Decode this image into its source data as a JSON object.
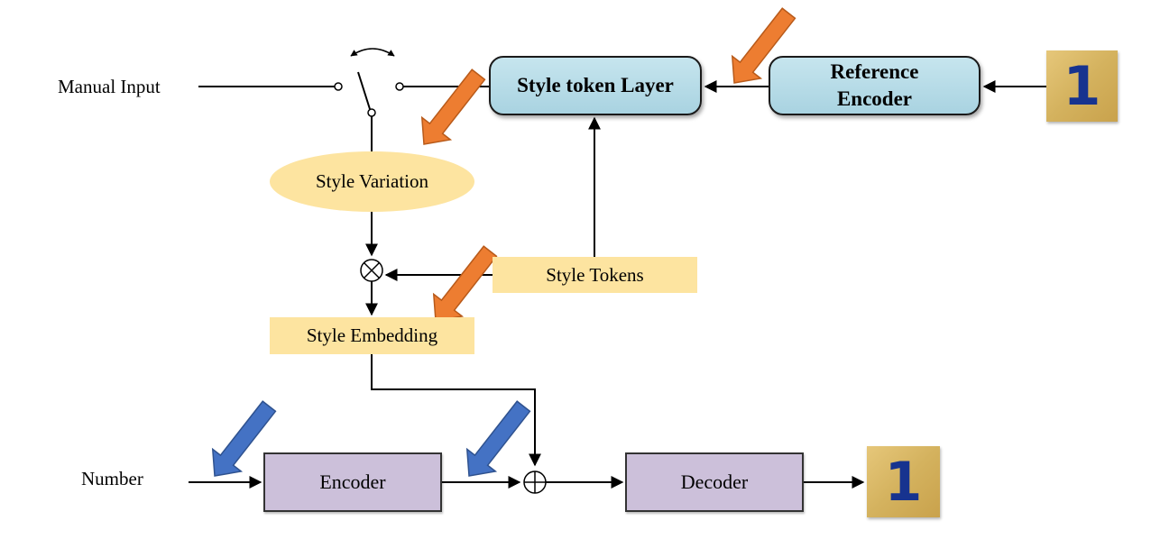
{
  "diagram": {
    "manual_input_label": "Manual Input",
    "style_token_layer": "Style token Layer",
    "reference_encoder": "Reference\nEncoder",
    "style_variation": "Style Variation",
    "style_tokens": "Style Tokens",
    "style_embedding": "Style Embedding",
    "number_label": "Number",
    "encoder": "Encoder",
    "decoder": "Decoder",
    "input_image_glyph": "1",
    "output_image_glyph": "1"
  },
  "colors": {
    "box_blue": "#b7dde8",
    "box_yellow": "#fde4a0",
    "box_purple": "#ccc0da",
    "arrow_orange": "#ed7d31",
    "arrow_blue": "#4472c4",
    "image_gold": "#d8b968"
  }
}
